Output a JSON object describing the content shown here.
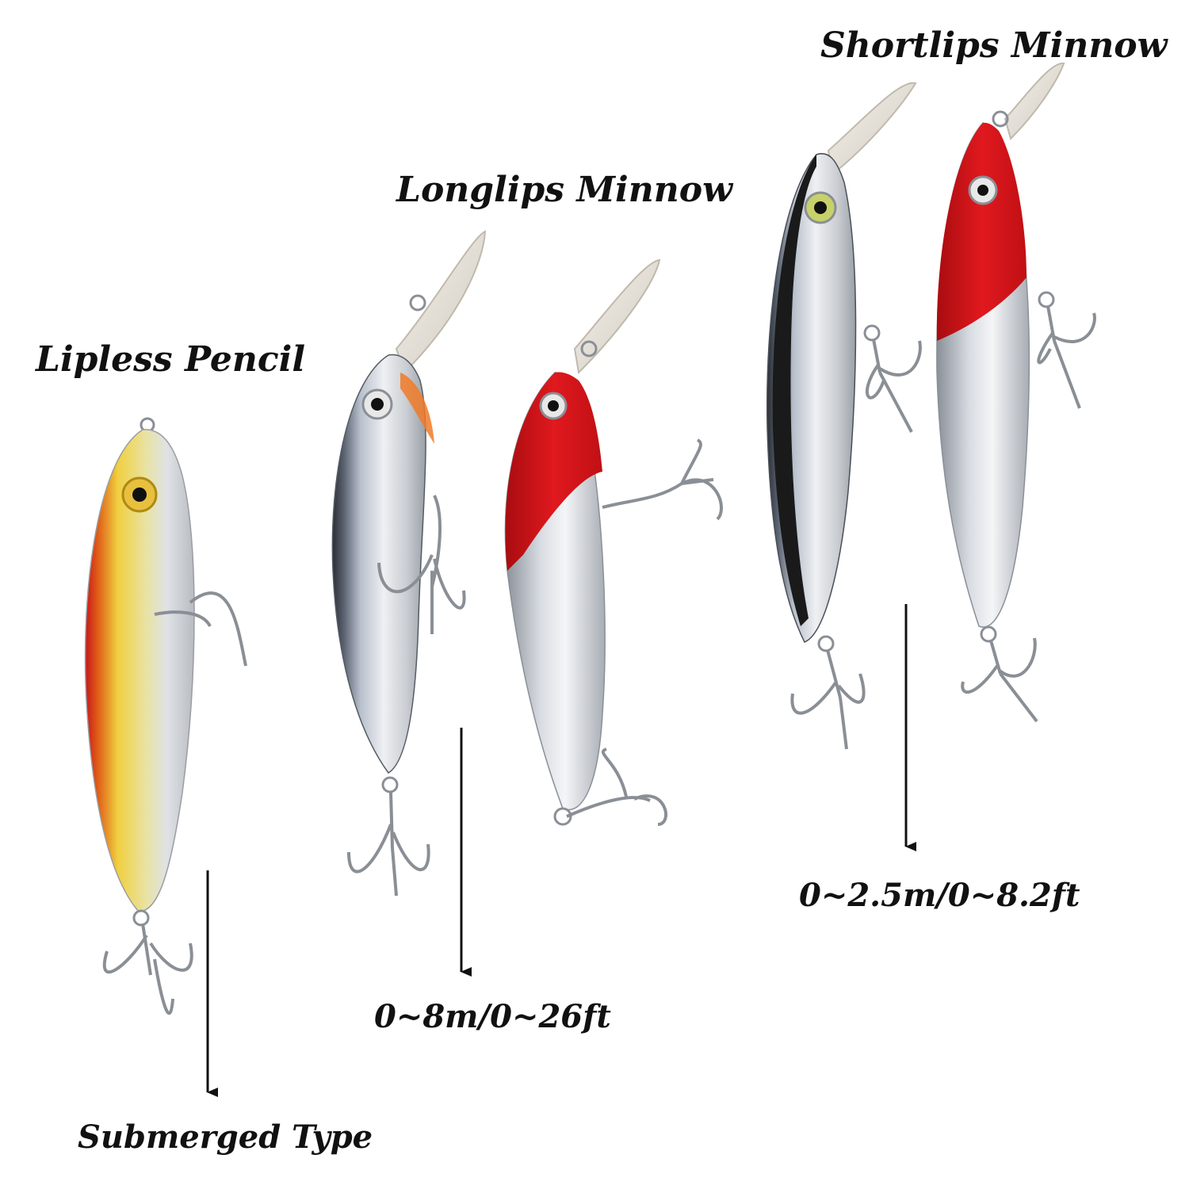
{
  "lures": [
    {
      "title": "Lipless Pencil",
      "depth": "Submerged Type"
    },
    {
      "title": "Longlips Minnow",
      "depth": "0~8m/0~26ft"
    },
    {
      "title": "Shortlips Minnow",
      "depth": "0~2.5m/0~8.2ft"
    }
  ],
  "colors": {
    "red_head": "#d8181c",
    "gold": "#e8c020",
    "silver": "#d9dde2",
    "black_back": "#1a1a1a",
    "lip_clear": "#e8e4dc",
    "hook": "#8a8f96",
    "text": "#111111"
  }
}
